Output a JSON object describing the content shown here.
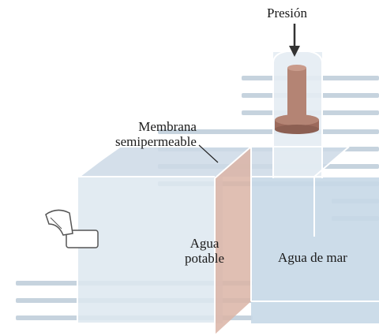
{
  "labels": {
    "pressure": "Presión",
    "membrane_line1": "Membrana",
    "membrane_line2": "semipermeable",
    "fresh_water_line1": "Agua",
    "fresh_water_line2": "potable",
    "sea_water": "Agua de mar"
  },
  "colors": {
    "page_background": "#ffffff",
    "text_texture": "#c6d3de",
    "water_light": "#dde7f0",
    "water_sea": "#c7d8e7",
    "membrane": "#dab4a6",
    "piston": "#b48474",
    "piston_dark": "#8c5f52",
    "outline": "#ffffff",
    "arrow": "#333333"
  },
  "icons": [
    "down-arrow-icon",
    "faucet-icon",
    "piston-icon"
  ]
}
